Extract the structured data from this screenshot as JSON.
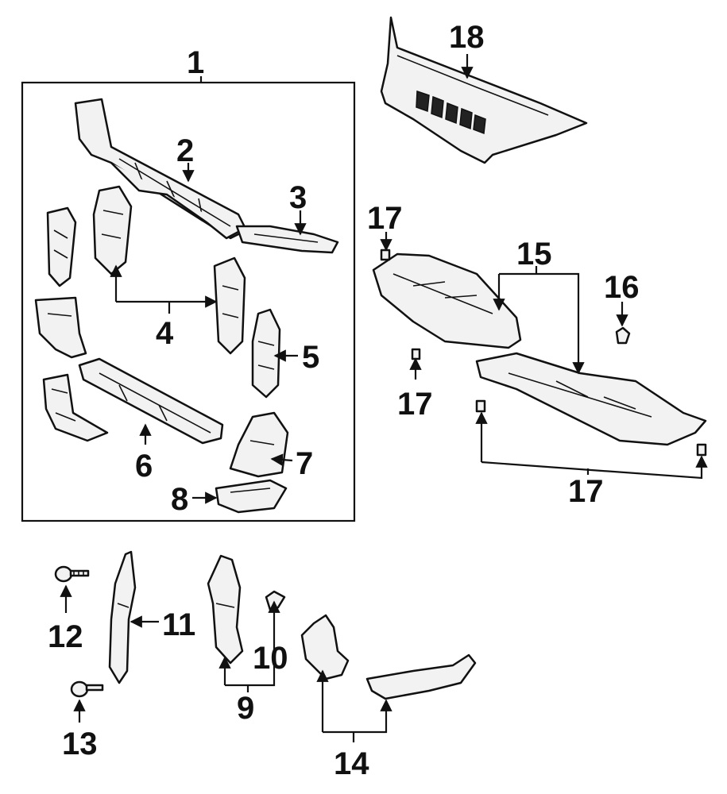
{
  "diagram": {
    "callouts": [
      {
        "id": "c1",
        "text": "1"
      },
      {
        "id": "c2",
        "text": "2"
      },
      {
        "id": "c3",
        "text": "3"
      },
      {
        "id": "c4",
        "text": "4"
      },
      {
        "id": "c5",
        "text": "5"
      },
      {
        "id": "c6",
        "text": "6"
      },
      {
        "id": "c7",
        "text": "7"
      },
      {
        "id": "c8",
        "text": "8"
      },
      {
        "id": "c9",
        "text": "9"
      },
      {
        "id": "c10",
        "text": "10"
      },
      {
        "id": "c11",
        "text": "11"
      },
      {
        "id": "c12",
        "text": "12"
      },
      {
        "id": "c13",
        "text": "13"
      },
      {
        "id": "c14",
        "text": "14"
      },
      {
        "id": "c15",
        "text": "15"
      },
      {
        "id": "c16",
        "text": "16"
      },
      {
        "id": "c17a",
        "text": "17"
      },
      {
        "id": "c17b",
        "text": "17"
      },
      {
        "id": "c17c",
        "text": "17"
      },
      {
        "id": "c18",
        "text": "18"
      }
    ]
  }
}
